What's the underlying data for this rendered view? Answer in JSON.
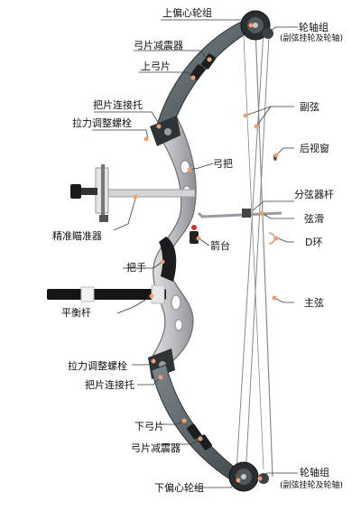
{
  "labels": {
    "upper_cam": "上偏心轮组",
    "upper_axle_group": "轮轴组",
    "upper_axle_note": "(副弦挂轮及轮轴)",
    "upper_limb_damper": "弓片减震器",
    "upper_limb": "上弓片",
    "upper_limb_pocket": "把片连接托",
    "upper_tension_bolt": "拉力调整螺栓",
    "cable": "副弦",
    "peep_sight": "后视窗",
    "riser": "弓把",
    "cable_guard": "分弦器杆",
    "sight": "精准瞄准器",
    "cable_slide": "弦滑",
    "d_loop": "D环",
    "arrow_rest": "箭台",
    "grip": "把手",
    "main_string": "主弦",
    "stabilizer": "平衡杆",
    "lower_tension_bolt": "拉力调整螺栓",
    "lower_limb_pocket": "把片连接托",
    "lower_limb": "下弓片",
    "lower_limb_damper": "弓片减震器",
    "lower_cam": "下偏心轮组",
    "lower_axle_group": "轮轴组",
    "lower_axle_note": "(副弦挂轮及轮轴)"
  },
  "colors": {
    "leader_line": "#3a3a3a",
    "marker_dot": "#f0a070",
    "riser_metal": "#c9c9cc",
    "limb": "#5a6468",
    "string": "#8a8a8a"
  }
}
